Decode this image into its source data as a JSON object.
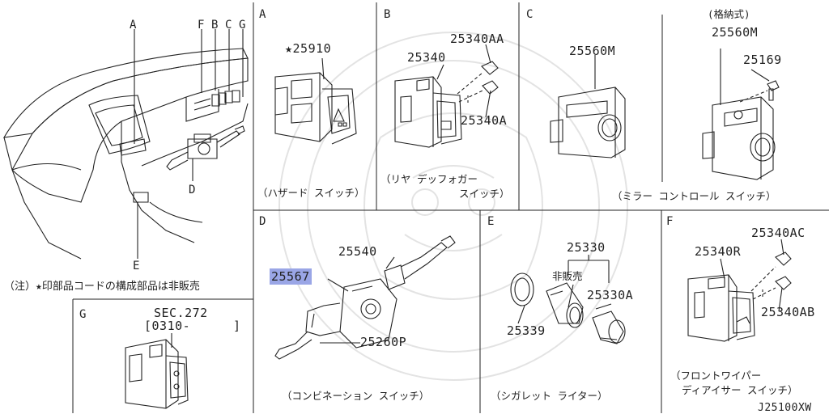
{
  "overview": {
    "labels": [
      "A",
      "F",
      "B",
      "C",
      "G",
      "D",
      "E"
    ],
    "note": "（注）★印部品コードの構成部品は非販売"
  },
  "panels": {
    "A": {
      "letter": "A",
      "part": "★25910",
      "caption": "（ハザード スイッチ）"
    },
    "B": {
      "letter": "B",
      "parts": [
        "25340AA",
        "25340",
        "25340A"
      ],
      "caption_line1": "（リヤ デッフォガー",
      "caption_line2": "スイッチ）"
    },
    "C": {
      "letter": "C",
      "parts": [
        "25560M",
        "(格納式)",
        "25560M",
        "25169"
      ],
      "caption": "（ミラー コントロール スイッチ）"
    },
    "D": {
      "letter": "D",
      "parts": [
        "25540",
        "25567",
        "25260P"
      ],
      "caption": "（コンビネーション スイッチ）"
    },
    "E": {
      "letter": "E",
      "parts": [
        "25330",
        "非販売",
        "25330A",
        "25339"
      ],
      "caption": "（シガレット ライター）"
    },
    "F": {
      "letter": "F",
      "parts": [
        "25340AC",
        "25340R",
        "25340AB"
      ],
      "caption_line1": "（フロントワイパー",
      "caption_line2": "ディアイサー スイッチ）"
    },
    "G": {
      "letter": "G",
      "sec": "SEC.272",
      "range": "[0310-",
      "range_end": "]"
    }
  },
  "drawing_code": "J25100XW",
  "colors": {
    "line": "#222222",
    "highlight": "#9aa6e6",
    "watermark": "#e6e6e6"
  }
}
